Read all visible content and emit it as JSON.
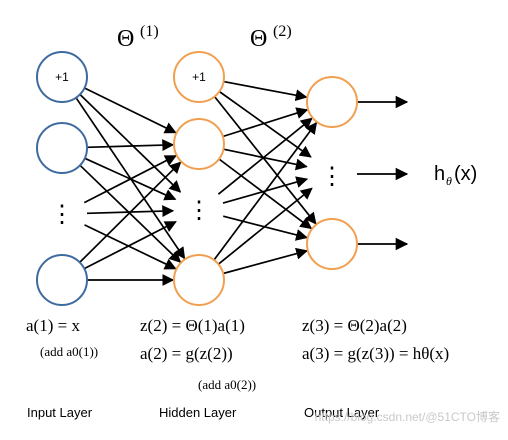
{
  "labels": {
    "theta1": "Θ",
    "theta1_sup": "(1)",
    "theta2": "Θ",
    "theta2_sup": "(2)",
    "bias_input": "+1",
    "bias_hidden": "+1",
    "vdots": "⋮",
    "output_label_h": "h",
    "output_label_sub": "θ",
    "output_label_arg": "(x)"
  },
  "equations": {
    "input_a1": "a(1) = x",
    "input_add": "(add a0(1))",
    "hidden_z2": "z(2) = Θ(1)a(1)",
    "hidden_a2": "a(2) = g(z(2))",
    "hidden_add": "(add a0(2))",
    "output_z3": "z(3) = Θ(2)a(2)",
    "output_a3": "a(3) = g(z(3)) = hθ(x)"
  },
  "layers": {
    "input": "Input Layer",
    "hidden": "Hidden Layer",
    "output": "Output Layer"
  },
  "watermark": "https://blog.csdn.net/@51CTO博客",
  "colors": {
    "input_node": "#3f6aa0",
    "hidden_node": "#f0a050",
    "output_node": "#f0a050",
    "edge": "#000000"
  }
}
